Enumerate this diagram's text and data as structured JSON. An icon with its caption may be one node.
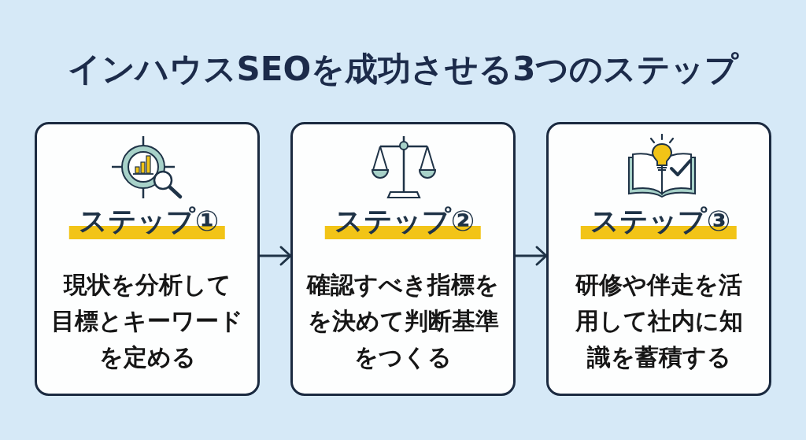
{
  "diagram": {
    "title": "インハウスSEOを成功させる3つのステップ",
    "nodes": [
      {
        "text": [
          "ステップ①",
          "現状を分析して目標とキーワードを定める"
        ]
      },
      {
        "text": [
          "ステップ②",
          "確認すべき指標をを決めて判断基準をつくる"
        ]
      },
      {
        "text": [
          "ステップ③",
          "研修や伴走を活用して社内に知識を蓄積する"
        ]
      }
    ],
    "edges": [
      {
        "from": 0,
        "to": 1,
        "arrow": "to"
      },
      {
        "from": 1,
        "to": 2,
        "arrow": "to"
      }
    ]
  }
}
